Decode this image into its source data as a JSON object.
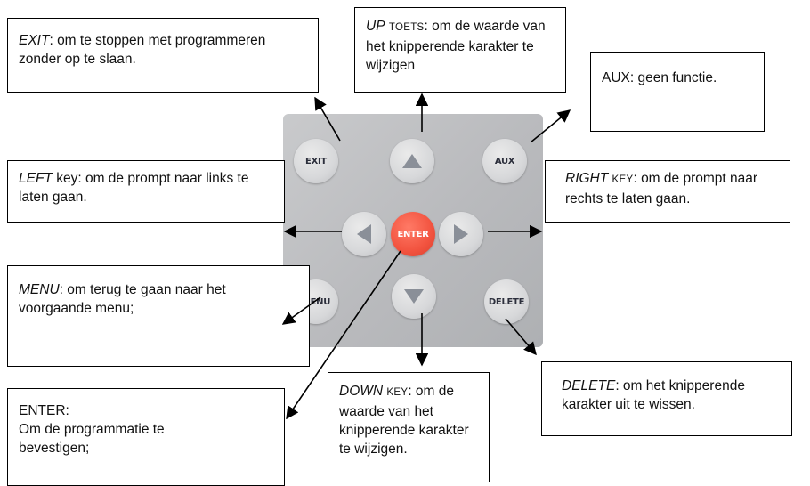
{
  "keypad": {
    "exit_label": "EXIT",
    "aux_label": "AUX",
    "enter_label": "ENTER",
    "menu_label": "MENU",
    "delete_label": "DELETE"
  },
  "callouts": {
    "exit": {
      "key": "EXIT",
      "text": ": om te stoppen met programmeren zonder op te slaan."
    },
    "up": {
      "key": "UP",
      "small": "TOETS",
      "text": ": om de waarde van het knipperende karakter te wijzigen"
    },
    "aux": {
      "text": "AUX: geen functie."
    },
    "left": {
      "key": "LEFT",
      "text": " key: om de prompt naar links te laten gaan."
    },
    "right": {
      "key": "RIGHT",
      "small": "KEY",
      "text": ": om de prompt naar rechts te laten gaan."
    },
    "menu": {
      "key": "MENU",
      "text": ": om terug te gaan naar het voorgaande menu;"
    },
    "enter": {
      "line1": "ENTER:",
      "text": "Om de programmatie te bevestigen;"
    },
    "down": {
      "key": "DOWN",
      "small": "KEY",
      "text": ": om de waarde van het knipperende karakter te wijzigen."
    },
    "delete": {
      "key": "DELETE",
      "text": ": om het knipperende karakter uit te wissen."
    }
  }
}
